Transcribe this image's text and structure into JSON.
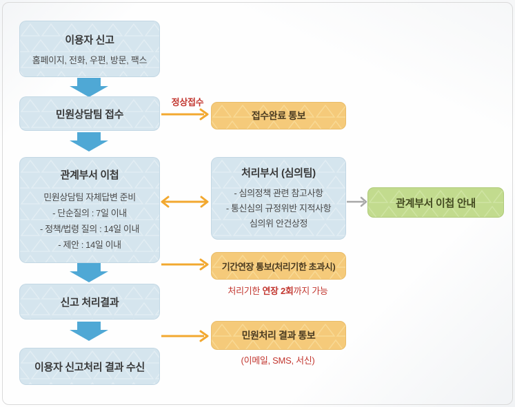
{
  "colors": {
    "blue_box": "#d5e5ee",
    "orange_box": "#f5ca7a",
    "green_box": "#c2db8e",
    "blue_arrow": "#4fa8d5",
    "orange_arrow": "#f2a82f",
    "gray_arrow": "#a8a8a8",
    "red_text": "#c2362f"
  },
  "flow": {
    "user_report": {
      "title": "이용자 신고",
      "subtitle": "홈페이지, 전화, 우편, 방문, 팩스"
    },
    "counsel_receipt": {
      "title": "민원상담팀 접수"
    },
    "normal_receipt_label": "정상접수",
    "receipt_complete": {
      "label": "접수완료 통보"
    },
    "dept_transfer": {
      "title": "관계부서 이첩",
      "lines": [
        "민원상담팀 자체답변 준비",
        "- 단순질의 : 7일 이내",
        "- 정책/법령 질의 : 14일 이내",
        "- 제안 : 14일 이내"
      ]
    },
    "review_dept": {
      "title": "처리부서 (심의팀)",
      "lines": [
        "- 심의정책 관련 참고사항",
        "- 통신심의 규정위반 지적사항",
        "심의위 안건상정"
      ]
    },
    "transfer_guide": {
      "label": "관계부서 이첩 안내"
    },
    "extension_notice": {
      "label": "기간연장 통보(처리기한 초과시)",
      "note_prefix": "처리기한 ",
      "note_bold": "연장 2회",
      "note_suffix": "까지 가능"
    },
    "report_result": {
      "title": "신고 처리결과"
    },
    "result_notice": {
      "label": "민원처리 결과 통보",
      "note": "(이메일, SMS, 서신)"
    },
    "user_receive": {
      "title": "이용자 신고처리 결과 수신"
    }
  }
}
